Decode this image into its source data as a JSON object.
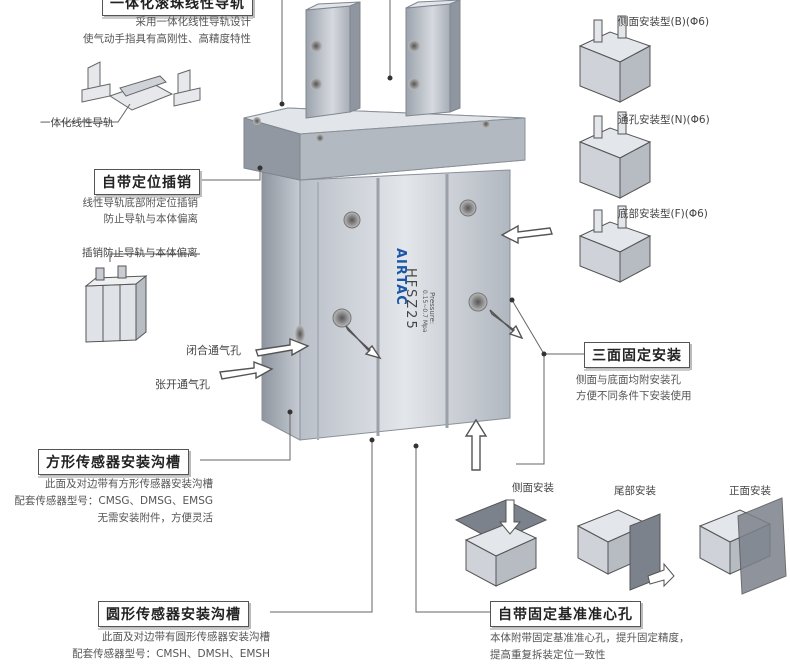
{
  "callouts": {
    "top_title": "一体化滚珠线性导轨",
    "top_desc_1": "采用一体化线性导轨设计",
    "top_desc_2": "使气动手指具有高刚性、高精度特性",
    "rail_label": "一体化线性导轨",
    "pin_title": "自带定位插销",
    "pin_desc_1": "线性导轨底部附定位插销",
    "pin_desc_2": "防止导轨与本体偏离",
    "pin_small": "插销防止导轨与本体偏离",
    "close_port": "闭合通气孔",
    "open_port": "张开通气孔",
    "square_title": "方形传感器安装沟槽",
    "square_desc_1": "此面及对边带有方形传感器安装沟槽",
    "square_desc_2": "配套传感器型号：CMSG、DMSG、EMSG",
    "square_desc_3": "无需安装附件，方便灵活",
    "round_title": "圆形传感器安装沟槽",
    "round_desc_1": "此面及对边带有圆形传感器安装沟槽",
    "round_desc_2": "配套传感器型号：CMSH、DMSH、EMSH",
    "three_title": "三面固定安装",
    "three_desc_1": "侧面与底面均附安装孔",
    "three_desc_2": "方便不同条件下安装使用",
    "center_title": "自带固定基准准心孔",
    "center_desc_1": "本体附带固定基准准心孔，提升固定精度，",
    "center_desc_2": "提高重复拆装定位一致性"
  },
  "mount_types": {
    "side_b": "侧面安装型(B)(Φ6)",
    "through_n": "通孔安装型(N)(Φ6)",
    "bottom_f": "底部安装型(F)(Φ6)"
  },
  "install_examples": {
    "side": "侧面安装",
    "tail": "尾部安装",
    "front": "正面安装"
  },
  "product": {
    "brand": "AIRTAC",
    "model": "HFSZ25",
    "pressure_label": "Pressure:",
    "pressure_value": "0.15~0.7 Mpa"
  },
  "colors": {
    "body": "#c9ced6",
    "body_dark": "#9aa1ac",
    "brand_blue": "#1a57a8",
    "line": "#555555"
  }
}
